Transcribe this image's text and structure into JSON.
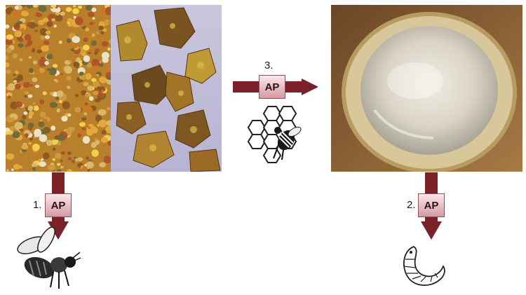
{
  "steps": [
    {
      "number": "1.",
      "label": "AP"
    },
    {
      "number": "2.",
      "label": "AP"
    },
    {
      "number": "3.",
      "label": "AP"
    }
  ],
  "icons": {
    "step1": "honeybee-icon",
    "step2": "bee-larva-icon",
    "step3": "honeycomb-bee-icon"
  },
  "photos": [
    "pollen-grains-photo",
    "bee-bread-photo",
    "royal-jelly-photo"
  ],
  "colors": {
    "arrow": "#7a2228",
    "ap_box_top": "#fbe7ea",
    "ap_box_bottom": "#d59aa3"
  }
}
